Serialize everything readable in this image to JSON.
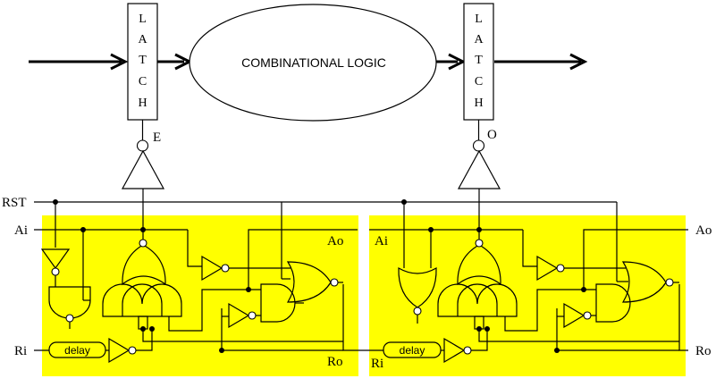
{
  "colors": {
    "highlight": "#ffff00",
    "ink": "#000000",
    "paper": "#ffffff"
  },
  "latch_letters": [
    "L",
    "A",
    "T",
    "C",
    "H"
  ],
  "combinational_label": "COMBINATIONAL LOGIC",
  "enable_labels": {
    "even": "E",
    "odd": "O"
  },
  "signals": {
    "rst": "RST",
    "ai_left": "Ai",
    "ri_left": "Ri",
    "ao_left": "Ao",
    "ro_left": "Ro",
    "ai_right": "Ai",
    "ri_right": "Ri",
    "ao_right": "Ao",
    "ro_right": "Ro"
  },
  "delay_label": "delay"
}
